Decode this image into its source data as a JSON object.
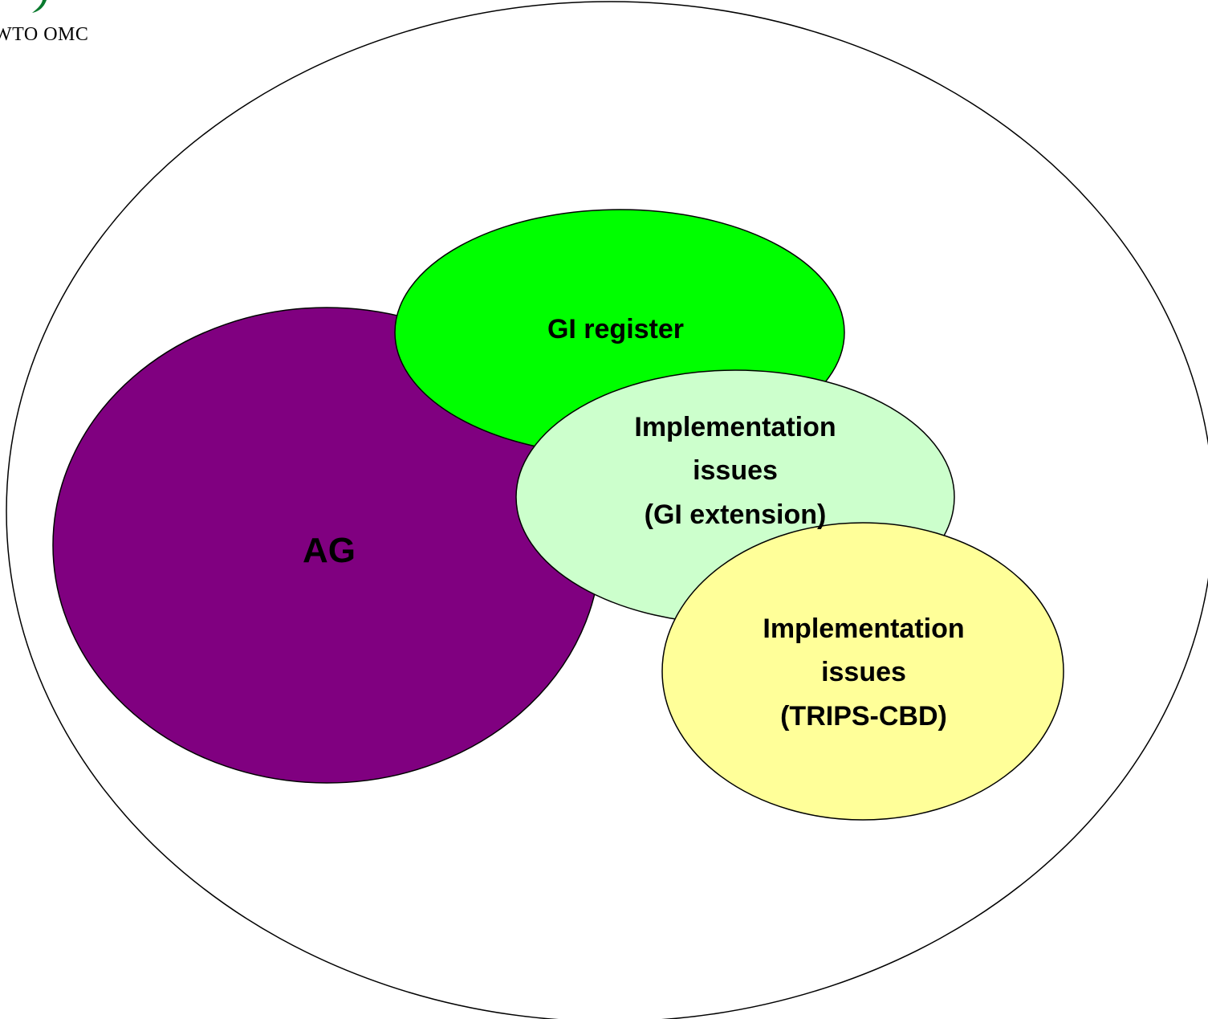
{
  "logo": {
    "text": "WTO OMC",
    "mark_color": "#0a7a2e"
  },
  "diagram": {
    "outer": {
      "fill": "#ffffff",
      "stroke": "#000000"
    },
    "ag": {
      "label": "AG",
      "fill": "#800080"
    },
    "gi_register": {
      "label": "GI register",
      "fill": "#00ff00"
    },
    "gi_extension": {
      "lines": [
        "Implementation",
        "issues",
        "(GI extension)"
      ],
      "fill": "#ccffcc"
    },
    "trips_cbd": {
      "lines": [
        "Implementation",
        "issues",
        "(TRIPS-CBD)"
      ],
      "fill": "#ffff99"
    }
  }
}
